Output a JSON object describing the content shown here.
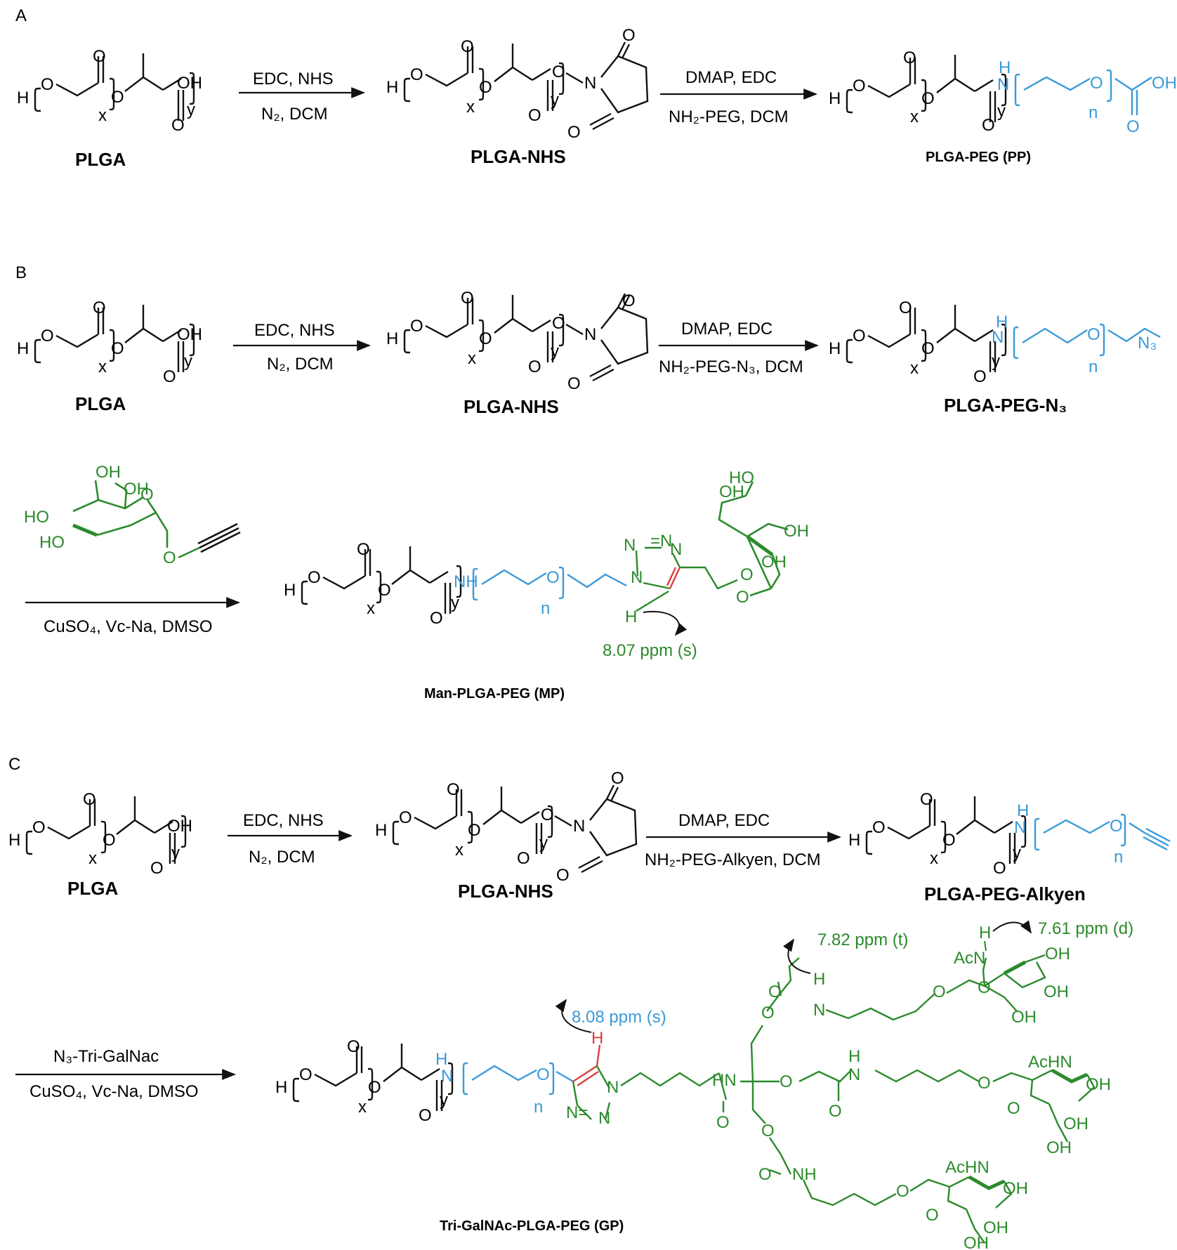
{
  "colors": {
    "black": "#111111",
    "peg_blue": "#3a9ad9",
    "sugar_green": "#2b8a2b",
    "triazole_red": "#d94040"
  },
  "panels": {
    "a": {
      "letter": "A",
      "start_name": "PLGA",
      "step1_top": "EDC, NHS",
      "step1_bottom": "N₂, DCM",
      "mid_name": "PLGA-NHS",
      "step2_top": "DMAP,  EDC",
      "step2_bottom": "NH₂-PEG, DCM",
      "product_name": "PLGA-PEG (PP)"
    },
    "b": {
      "letter": "B",
      "start_name": "PLGA",
      "step1_top": "EDC, NHS",
      "step1_bottom": "N₂, DCM",
      "mid_name": "PLGA-NHS",
      "step2_top": "DMAP,  EDC",
      "step2_bottom": "NH₂-PEG-N₃, DCM",
      "product_name": "PLGA-PEG-N₃",
      "step3_bottom": "CuSO₄, Vc-Na, DMSO",
      "final_name": "Man-PLGA-PEG (MP)",
      "shift_triazole": "8.07 ppm (s)"
    },
    "c": {
      "letter": "C",
      "start_name": "PLGA",
      "step1_top": "EDC, NHS",
      "step1_bottom": "N₂, DCM",
      "mid_name": "PLGA-NHS",
      "step2_top": "DMAP,  EDC",
      "step2_bottom": "NH₂-PEG-Alkyen, DCM",
      "product_name": "PLGA-PEG-Alkyen",
      "step3_top": "N₃-Tri-GalNac",
      "step3_bottom": "CuSO₄, Vc-Na, DMSO",
      "final_name": "Tri-GalNAc-PLGA-PEG (GP)",
      "shift_triazole": "8.08 ppm (s)",
      "shift_amide": "7.82 ppm (t)",
      "shift_nhac": "7.61 ppm (d)"
    }
  }
}
